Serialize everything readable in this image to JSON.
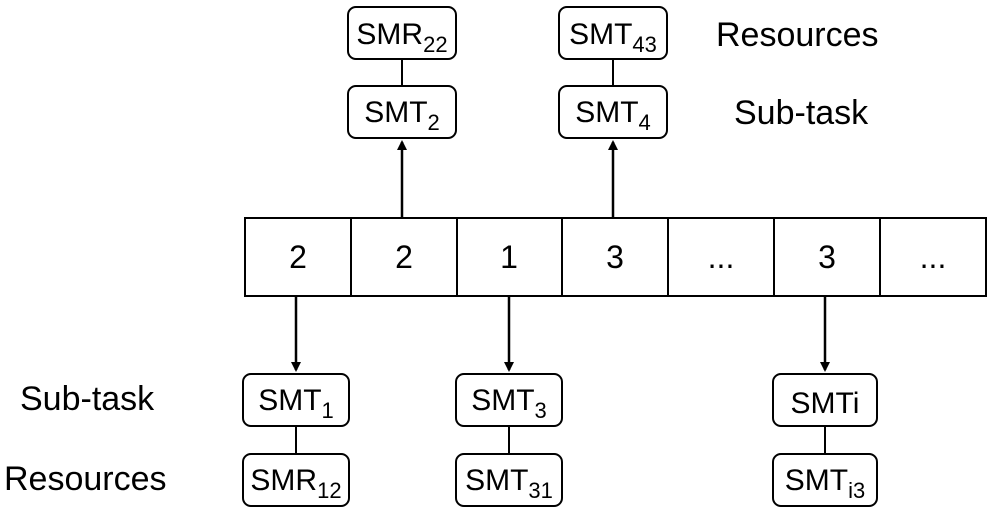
{
  "array_cells": [
    "2",
    "2",
    "1",
    "3",
    "...",
    "3",
    "..."
  ],
  "top_labels": {
    "resources": "Resources",
    "subtask": "Sub-task"
  },
  "bottom_labels": {
    "subtask": "Sub-task",
    "resources": "Resources"
  },
  "top_nodes": [
    {
      "task": {
        "base": "SMT",
        "sub": "2"
      },
      "resource": {
        "base": "SMR",
        "sub": "22"
      }
    },
    {
      "task": {
        "base": "SMT",
        "sub": "4"
      },
      "resource": {
        "base": "SMT",
        "sub": "43"
      }
    }
  ],
  "bottom_nodes": [
    {
      "task": {
        "base": "SMT",
        "sub": "1"
      },
      "resource": {
        "base": "SMR",
        "sub": "12"
      }
    },
    {
      "task": {
        "base": "SMT",
        "sub": "3"
      },
      "resource": {
        "base": "SMT",
        "sub": "31"
      }
    },
    {
      "task": {
        "base": "SMTi",
        "sub": ""
      },
      "resource": {
        "base": "SMT",
        "sub": "i3"
      }
    }
  ]
}
